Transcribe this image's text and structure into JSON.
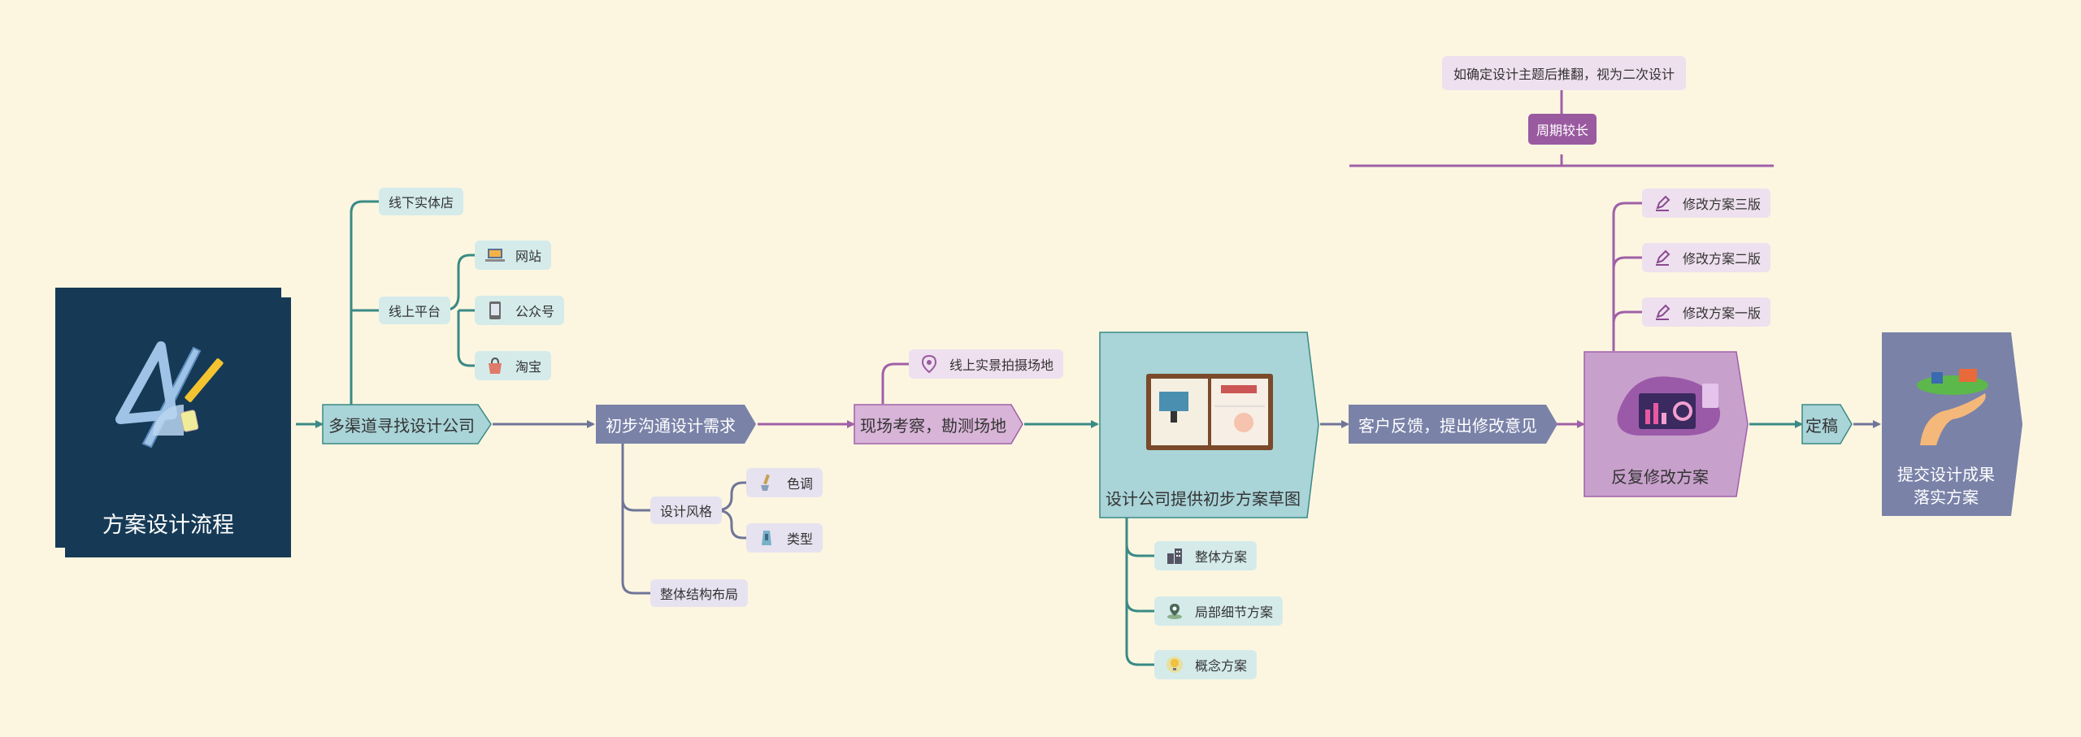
{
  "root": {
    "title": "方案设计流程",
    "icon": "ruler-protractor-icon"
  },
  "main_steps": [
    {
      "label": "多渠道寻找设计公司"
    },
    {
      "label": "初步沟通设计需求"
    },
    {
      "label": "现场考察，勘测场地"
    },
    {
      "label": "设计公司提供初步方案草图",
      "icon": "sketchbook-icon"
    },
    {
      "label": "客户反馈，提出修改意见"
    },
    {
      "label": "反复修改方案",
      "icon": "analytics-dashboard-icon"
    },
    {
      "label": "定稿"
    },
    {
      "label_line1": "提交设计成果",
      "label_line2": "落实方案",
      "icon": "hand-earth-icon"
    }
  ],
  "branch1": {
    "offline": "线下实体店",
    "online": "线上平台",
    "platforms": [
      {
        "label": "网站",
        "icon": "laptop-icon"
      },
      {
        "label": "公众号",
        "icon": "phone-icon"
      },
      {
        "label": "淘宝",
        "icon": "shopping-bag-icon"
      }
    ]
  },
  "branch2": {
    "style": "设计风格",
    "style_items": [
      {
        "label": "色调",
        "icon": "paint-brush-icon"
      },
      {
        "label": "类型",
        "icon": "pen-tool-icon"
      }
    ],
    "layout": "整体结构布局"
  },
  "branch3": {
    "label": "线上实景拍摄场地",
    "icon": "location-pin-icon"
  },
  "branch4": [
    {
      "label": "整体方案",
      "icon": "buildings-icon"
    },
    {
      "label": "局部细节方案",
      "icon": "map-pin-icon"
    },
    {
      "label": "概念方案",
      "icon": "lightbulb-icon"
    }
  ],
  "branch6": {
    "revisions": [
      {
        "label": "修改方案三版",
        "icon": "pencil-icon"
      },
      {
        "label": "修改方案二版",
        "icon": "pencil-icon"
      },
      {
        "label": "修改方案一版",
        "icon": "pencil-icon"
      }
    ],
    "summary_tag": "周期较长",
    "summary_note": "如确定设计主题后推翻，视为二次设计"
  },
  "colors": {
    "background": "#fcf6e1",
    "root": "#163a56",
    "teal": "#a9d4d8",
    "slate": "#7a82a8",
    "pink": "#d8b4d8",
    "mauve": "#c8a0cc",
    "teal_line": "#3a8a85",
    "purple_line": "#a060a8"
  }
}
